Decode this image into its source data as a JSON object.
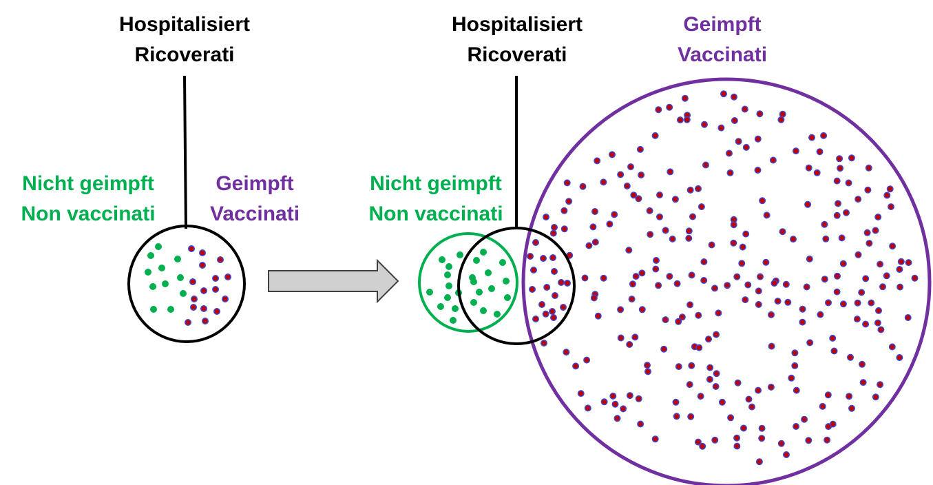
{
  "labels": {
    "hospitalized": {
      "de": "Hospitalisiert",
      "it": "Ricoverati"
    },
    "unvaccinated": {
      "de": "Nicht geimpft",
      "it": "Non vaccinati"
    },
    "vaccinated": {
      "de": "Geimpft",
      "it": "Vaccinati"
    }
  },
  "colors": {
    "unvaccinated": "#00b050",
    "vaccinated_outline": "#7030a0",
    "vaccinated_dot": "#c00000",
    "vaccinated_dot_stroke": "#3f48cc",
    "hospitalized": "#000000",
    "arrow_fill": "#d0d0d0",
    "arrow_stroke": "#404040"
  },
  "icons": {
    "arrow": "right-arrow-icon"
  }
}
